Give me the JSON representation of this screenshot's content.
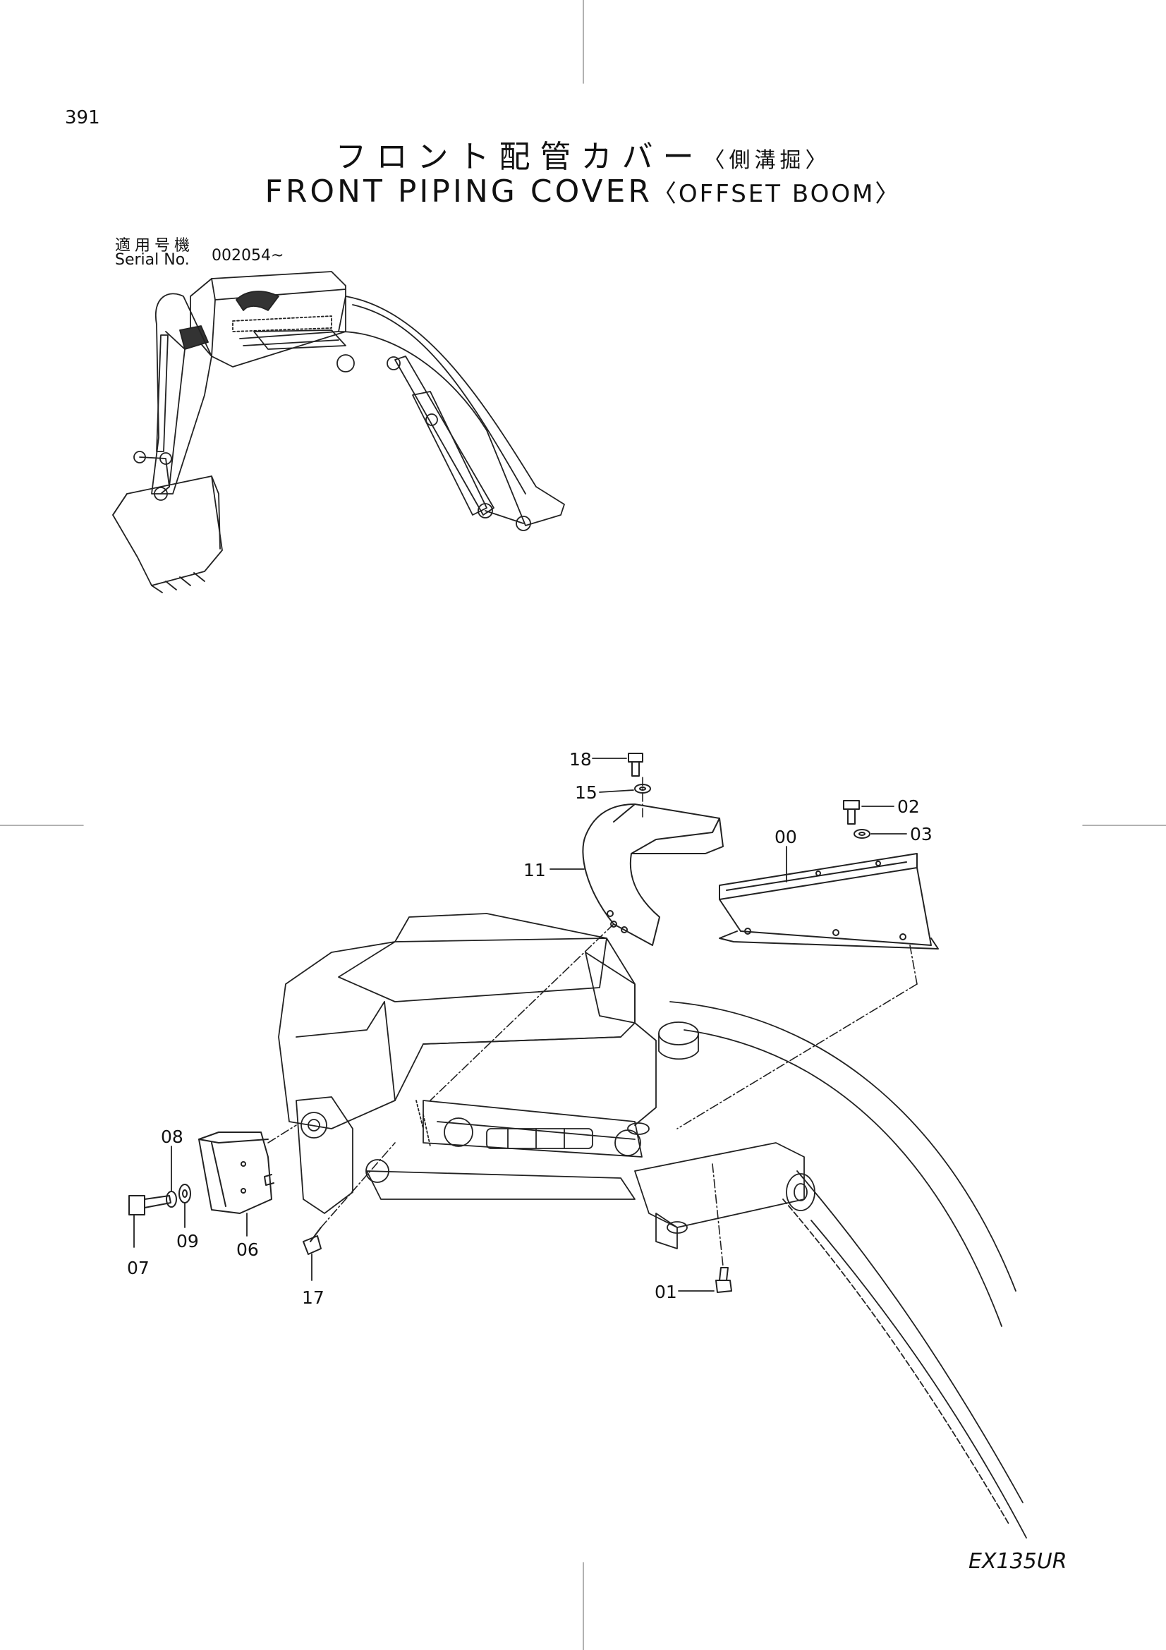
{
  "page": {
    "number": "391",
    "model": "EX135UR"
  },
  "title": {
    "jp_main": "フロント配管カバー",
    "jp_sub": "〈側溝掘〉",
    "en_main": "FRONT PIPING COVER",
    "en_sub": "〈OFFSET BOOM〉"
  },
  "serial": {
    "label_jp": "適用号機",
    "label_en": "Serial No.",
    "value": "002054~"
  },
  "callouts": [
    "18",
    "15",
    "02",
    "03",
    "00",
    "11",
    "08",
    "09",
    "07",
    "06",
    "17",
    "01"
  ]
}
